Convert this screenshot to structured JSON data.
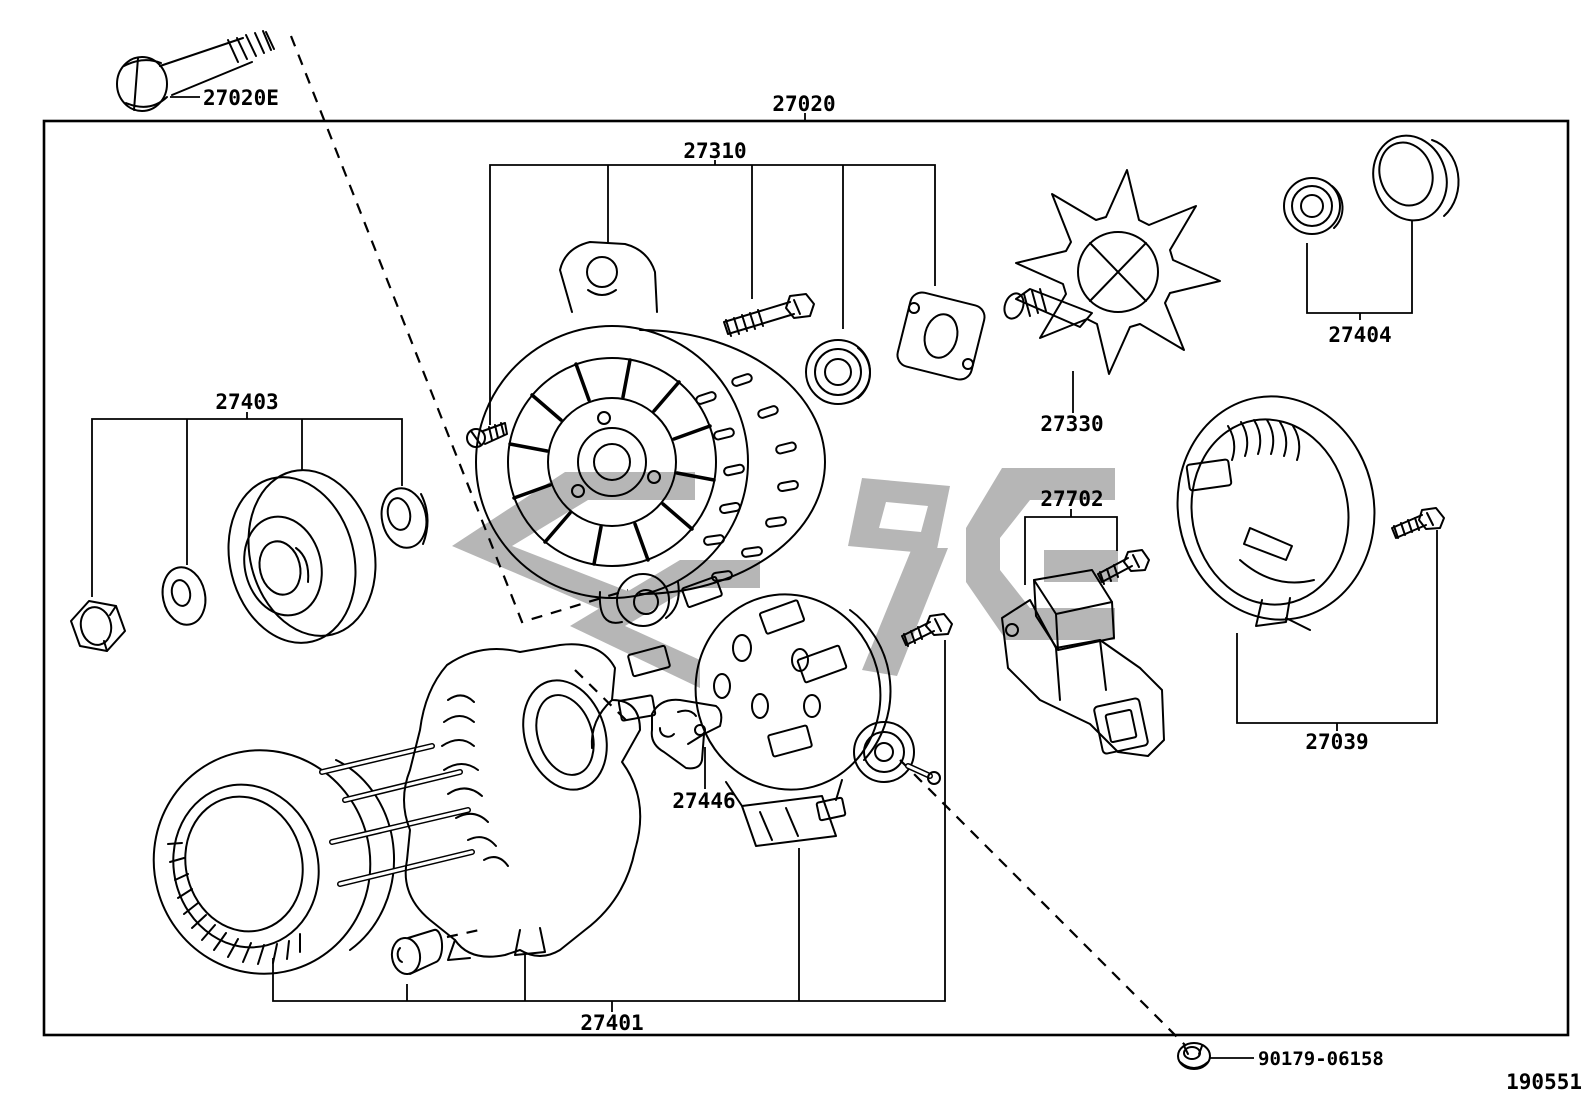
{
  "diagram": {
    "figure_number": "190551",
    "watermark_color": "#b6b6b6",
    "line_color": "#000000",
    "labels": {
      "mount_bolt": "27020E",
      "alternator_assembly": "27020",
      "front_bracket": "27310",
      "pulley_kit": "27403",
      "bearing_kit": "27404",
      "rotor": "27330",
      "regulator": "27702",
      "end_cover": "27039",
      "terminal_clamp": "27446",
      "rear_bracket": "27401",
      "lock_nut": "90179-06158"
    }
  }
}
